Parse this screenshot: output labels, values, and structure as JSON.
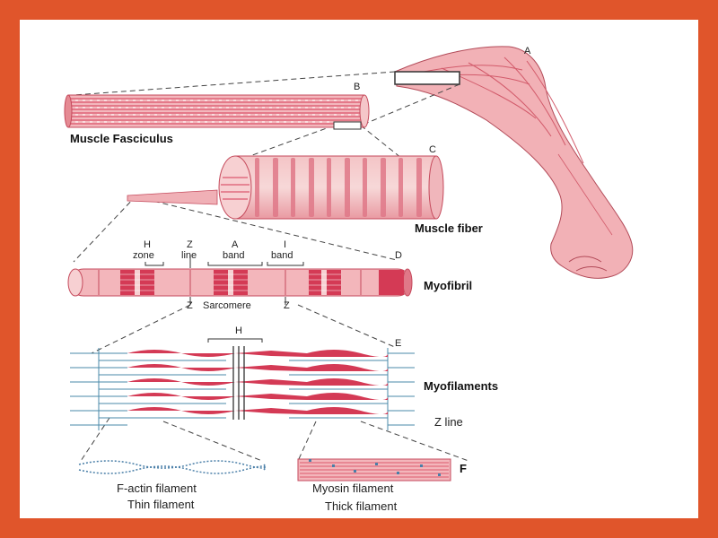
{
  "figure": {
    "letters": {
      "a": "A",
      "b": "B",
      "c": "C",
      "d": "D",
      "e": "E",
      "f": "F"
    },
    "labels": {
      "muscle_fasciculus": "Muscle Fasciculus",
      "muscle_fiber": "Muscle fiber",
      "myofibril": "Myofibril",
      "myofilaments": "Myofilaments",
      "z_line": "Z line",
      "f_actin": "F-actin filament",
      "thin_filament": "Thin filament",
      "myosin": "Myosin filament",
      "thick_filament": "Thick filament"
    },
    "band_labels": {
      "h_zone_top": "H",
      "h_zone_bottom": "zone",
      "z_line_top": "Z",
      "z_line_bottom": "line",
      "a_band_top": "A",
      "a_band_bottom": "band",
      "i_band_top": "I",
      "i_band_bottom": "band"
    },
    "sarcomere": {
      "left_z": "Z",
      "label": "Sarcomere",
      "right_z": "Z"
    },
    "myofilament_h": "H"
  },
  "colors": {
    "frame": "#e0552b",
    "muscle_light": "#f2b6ba",
    "muscle_mid": "#e58a93",
    "muscle_dark": "#d2304b",
    "filament_line": "#4a8aa8",
    "actin_bead": "#4a7fa8"
  }
}
